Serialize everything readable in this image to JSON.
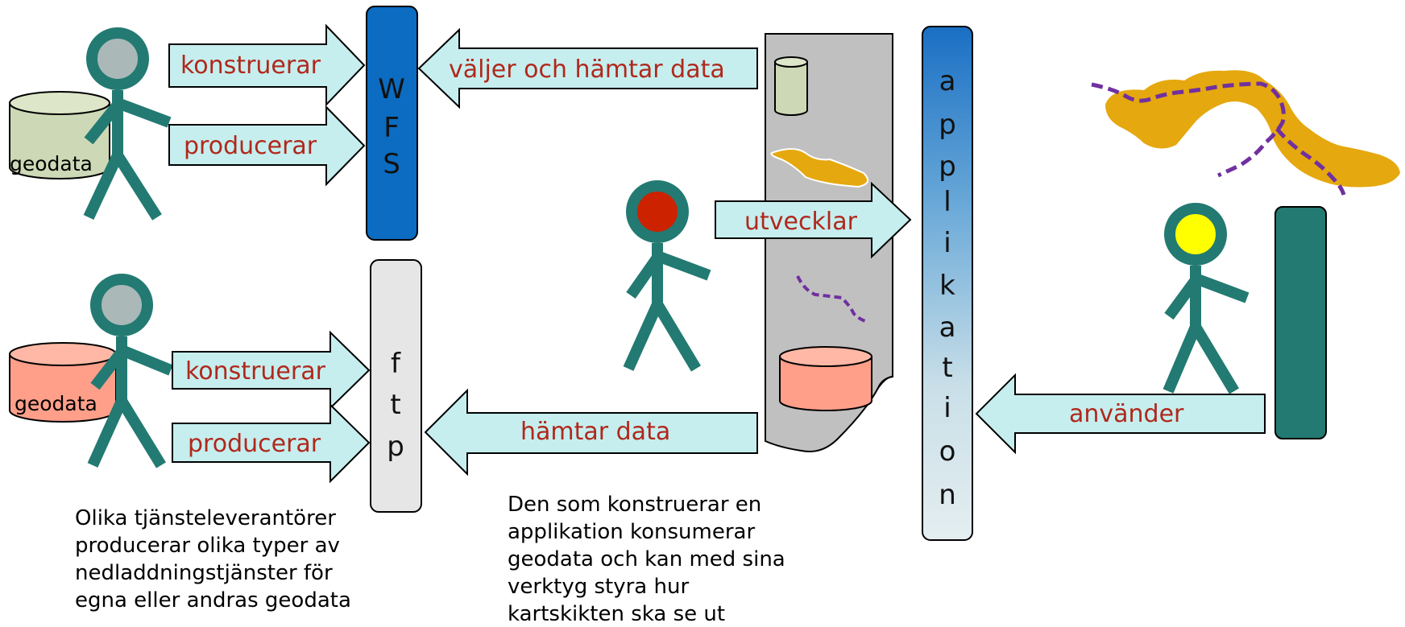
{
  "colors": {
    "arrow_fill": "#c6eeee",
    "arrow_text": "#b0281c",
    "figure": "#237a72",
    "wfs_bar": "#0b6cc1",
    "ftp_bar": "#e6e6e6",
    "application_bar_top": "#1a6fc4",
    "application_bar_bottom": "#e4eef0",
    "document_bg": "#c0c0c0",
    "geodata_green": "#cdd9b6",
    "geodata_red": "#ff9f8a",
    "map_orange": "#e5a80e",
    "route_purple": "#7030a0",
    "developer_head": "#cc2200",
    "user_head": "#ffff00",
    "provider_head": "#aab8b8",
    "user_device": "#237a72"
  },
  "wfs": {
    "letters": [
      "W",
      "F",
      "S"
    ]
  },
  "ftp": {
    "letters": [
      "f",
      "t",
      "p"
    ]
  },
  "application": {
    "letters": [
      "a",
      "p",
      "p",
      "l",
      "i",
      "k",
      "a",
      "t",
      "i",
      "o",
      "n"
    ]
  },
  "arrows": {
    "konstruerar_top": "konstruerar",
    "producerar_top": "producerar",
    "valjer_hamtar": "väljer och hämtar data",
    "utvecklar": "utvecklar",
    "konstruerar_bottom": "konstruerar",
    "producerar_bottom": "producerar",
    "hamtar_data": "hämtar data",
    "anvander": "använder"
  },
  "cylinders": {
    "top": "geodata",
    "bottom": "geodata"
  },
  "captions": {
    "providers": [
      "Olika tjänsteleverantörer",
      "producerar olika typer av",
      "nedladdningstjänster för",
      "egna eller andras geodata"
    ],
    "developer": [
      "Den som konstruerar en",
      "applikation konsumerar",
      "geodata och kan med sina",
      "verktyg styra hur",
      "kartskikten ska se ut"
    ]
  },
  "icons": {
    "provider_top": "stick-figure-icon",
    "provider_bottom": "stick-figure-icon",
    "developer": "stick-figure-icon",
    "user": "stick-figure-icon",
    "map": "map-shape-icon",
    "route": "dashed-route-icon"
  }
}
